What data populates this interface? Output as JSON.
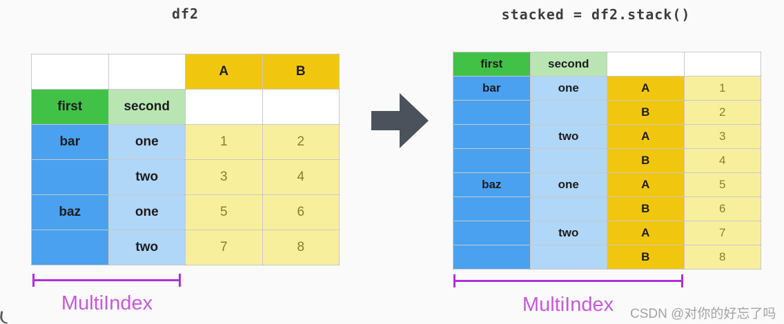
{
  "palette": {
    "gold": "#f0c70e",
    "yellow": "#f8ef9d",
    "green": "#42c147",
    "lightgreen": "#b9e5b2",
    "blue": "#4aa1f0",
    "lightblue": "#b0d6f8",
    "white": "#ffffff",
    "dark": "#1c1c1e",
    "olive": "#8b7c27"
  },
  "bracket_color": "#b02fd6",
  "label_color": "#c45ad6",
  "left_panel": {
    "title": "df2",
    "bracket_label": "MultiIndex",
    "table": {
      "rows": [
        [
          {
            "t": "",
            "bg": "white"
          },
          {
            "t": "",
            "bg": "white"
          },
          {
            "t": "A",
            "bg": "gold",
            "fg": "dark"
          },
          {
            "t": "B",
            "bg": "gold",
            "fg": "dark"
          }
        ],
        [
          {
            "t": "first",
            "bg": "green",
            "fg": "dark"
          },
          {
            "t": "second",
            "bg": "lightgreen",
            "fg": "dark"
          },
          {
            "t": "",
            "bg": "white"
          },
          {
            "t": "",
            "bg": "white"
          }
        ],
        [
          {
            "t": "bar",
            "bg": "blue",
            "fg": "dark"
          },
          {
            "t": "one",
            "bg": "lightblue",
            "fg": "dark"
          },
          {
            "t": "1",
            "bg": "yellow",
            "fg": "olive"
          },
          {
            "t": "2",
            "bg": "yellow",
            "fg": "olive"
          }
        ],
        [
          {
            "t": "",
            "bg": "blue"
          },
          {
            "t": "two",
            "bg": "lightblue",
            "fg": "dark"
          },
          {
            "t": "3",
            "bg": "yellow",
            "fg": "olive"
          },
          {
            "t": "4",
            "bg": "yellow",
            "fg": "olive"
          }
        ],
        [
          {
            "t": "baz",
            "bg": "blue",
            "fg": "dark"
          },
          {
            "t": "one",
            "bg": "lightblue",
            "fg": "dark"
          },
          {
            "t": "5",
            "bg": "yellow",
            "fg": "olive"
          },
          {
            "t": "6",
            "bg": "yellow",
            "fg": "olive"
          }
        ],
        [
          {
            "t": "",
            "bg": "blue"
          },
          {
            "t": "two",
            "bg": "lightblue",
            "fg": "dark"
          },
          {
            "t": "7",
            "bg": "yellow",
            "fg": "olive"
          },
          {
            "t": "8",
            "bg": "yellow",
            "fg": "olive"
          }
        ]
      ]
    }
  },
  "arrow": {
    "icon": "right-arrow",
    "color": "#4b525b"
  },
  "right_panel": {
    "title": "stacked = df2.stack()",
    "bracket_label": "MultiIndex",
    "table": {
      "rows": [
        [
          {
            "t": "first",
            "bg": "green",
            "fg": "dark"
          },
          {
            "t": "second",
            "bg": "lightgreen",
            "fg": "dark"
          },
          {
            "t": "",
            "bg": "white"
          },
          {
            "t": "",
            "bg": "white"
          }
        ],
        [
          {
            "t": "bar",
            "bg": "blue",
            "fg": "dark"
          },
          {
            "t": "one",
            "bg": "lightblue",
            "fg": "dark"
          },
          {
            "t": "A",
            "bg": "gold",
            "fg": "dark"
          },
          {
            "t": "1",
            "bg": "yellow",
            "fg": "olive"
          }
        ],
        [
          {
            "t": "",
            "bg": "blue"
          },
          {
            "t": "",
            "bg": "lightblue"
          },
          {
            "t": "B",
            "bg": "gold",
            "fg": "dark"
          },
          {
            "t": "2",
            "bg": "yellow",
            "fg": "olive"
          }
        ],
        [
          {
            "t": "",
            "bg": "blue"
          },
          {
            "t": "two",
            "bg": "lightblue",
            "fg": "dark"
          },
          {
            "t": "A",
            "bg": "gold",
            "fg": "dark"
          },
          {
            "t": "3",
            "bg": "yellow",
            "fg": "olive"
          }
        ],
        [
          {
            "t": "",
            "bg": "blue"
          },
          {
            "t": "",
            "bg": "lightblue"
          },
          {
            "t": "B",
            "bg": "gold",
            "fg": "dark"
          },
          {
            "t": "4",
            "bg": "yellow",
            "fg": "olive"
          }
        ],
        [
          {
            "t": "baz",
            "bg": "blue",
            "fg": "dark"
          },
          {
            "t": "one",
            "bg": "lightblue",
            "fg": "dark"
          },
          {
            "t": "A",
            "bg": "gold",
            "fg": "dark"
          },
          {
            "t": "5",
            "bg": "yellow",
            "fg": "olive"
          }
        ],
        [
          {
            "t": "",
            "bg": "blue"
          },
          {
            "t": "",
            "bg": "lightblue"
          },
          {
            "t": "B",
            "bg": "gold",
            "fg": "dark"
          },
          {
            "t": "6",
            "bg": "yellow",
            "fg": "olive"
          }
        ],
        [
          {
            "t": "",
            "bg": "blue"
          },
          {
            "t": "two",
            "bg": "lightblue",
            "fg": "dark"
          },
          {
            "t": "A",
            "bg": "gold",
            "fg": "dark"
          },
          {
            "t": "7",
            "bg": "yellow",
            "fg": "olive"
          }
        ],
        [
          {
            "t": "",
            "bg": "blue"
          },
          {
            "t": "",
            "bg": "lightblue"
          },
          {
            "t": "B",
            "bg": "gold",
            "fg": "dark"
          },
          {
            "t": "8",
            "bg": "yellow",
            "fg": "olive"
          }
        ]
      ]
    }
  },
  "watermark": {
    "text": "CSDN @对你的好忘了吗",
    "color": "#a3a3a3"
  }
}
